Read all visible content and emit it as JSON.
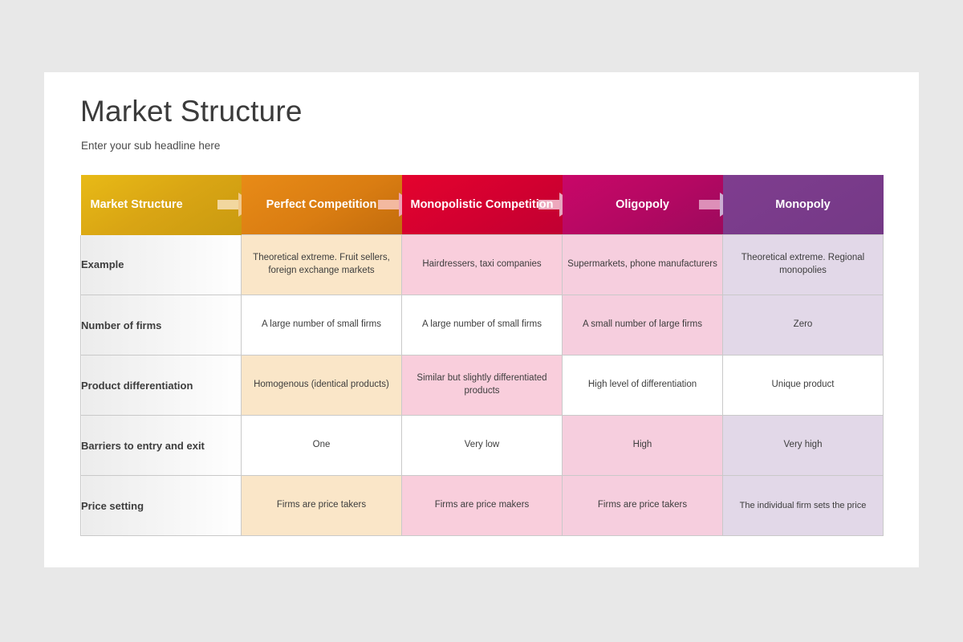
{
  "slide": {
    "title": "Market Structure",
    "subtitle": "Enter your sub headline here"
  },
  "table": {
    "headers": [
      {
        "label": "Market Structure",
        "color": "#d9a514"
      },
      {
        "label": "Perfect Competition",
        "color": "#da7d12"
      },
      {
        "label": "Monopolistic Competition",
        "color": "#d20030"
      },
      {
        "label": "Oligopoly",
        "color": "#b30862"
      },
      {
        "label": "Monopoly",
        "color": "#743986"
      }
    ],
    "rows": [
      {
        "label": "Example",
        "cells": [
          "Theoretical extreme. Fruit sellers, foreign exchange markets",
          "Hairdressers, taxi companies",
          "Supermarkets, phone manufacturers",
          "Theoretical extreme. Regional monopolies"
        ]
      },
      {
        "label": "Number of firms",
        "cells": [
          "A large number of small firms",
          "A large number of small firms",
          "A small number of large firms",
          "Zero"
        ]
      },
      {
        "label": "Product differentiation",
        "cells": [
          "Homogenous (identical products)",
          "Similar but slightly differentiated products",
          "High level of differentiation",
          "Unique product"
        ]
      },
      {
        "label": "Barriers to entry and exit",
        "cells": [
          "One",
          "Very low",
          "High",
          "Very high"
        ]
      },
      {
        "label": "Price setting",
        "cells": [
          "Firms are price takers",
          "Firms are price makers",
          "Firms are price takers",
          "The individual firm sets the price"
        ]
      }
    ]
  }
}
